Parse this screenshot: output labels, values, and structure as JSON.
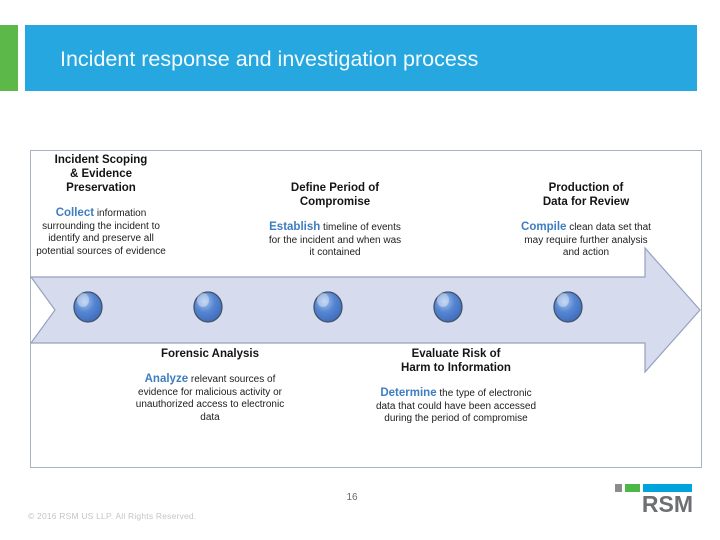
{
  "slide": {
    "title": "Incident response and investigation process",
    "page_number": "16",
    "copyright": "© 2016 RSM US LLP. All Rights Reserved."
  },
  "colors": {
    "header_blue": "#27A7DF",
    "accent_green": "#5CB848",
    "arrow_fill": "#D7DBEE",
    "arrow_border": "#95A1BE",
    "node_blue": "#4A7CC8",
    "keyword_blue": "#3E7DC2",
    "logo_gray": "#8A8C8E",
    "logo_green": "#4DB748",
    "logo_blue": "#00A3DC"
  },
  "diagram": {
    "steps": [
      {
        "id": "incident-scoping",
        "title": "Incident Scoping\n& Evidence\nPreservation",
        "keyword": "Collect",
        "description": "information surrounding the incident to identify and preserve all potential sources of evidence"
      },
      {
        "id": "forensic-analysis",
        "title": "Forensic Analysis",
        "keyword": "Analyze",
        "description": "relevant sources of evidence for malicious activity or unauthorized access to electronic data"
      },
      {
        "id": "define-period",
        "title": "Define Period of\nCompromise",
        "keyword": "Establish",
        "description": "timeline of events for the incident and when was it contained"
      },
      {
        "id": "evaluate-risk",
        "title": "Evaluate Risk of\nHarm to Information",
        "keyword": "Determine",
        "description": "the type of electronic data that could have been accessed during the period of compromise"
      },
      {
        "id": "production-data",
        "title": "Production of\nData for Review",
        "keyword": "Compile",
        "description": "clean data set that may require further analysis and action"
      }
    ]
  },
  "logo": {
    "text": "RSM"
  }
}
